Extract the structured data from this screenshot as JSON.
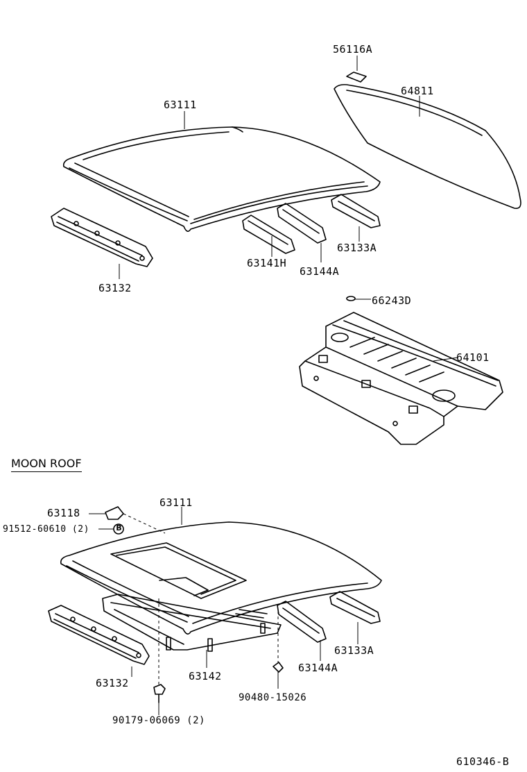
{
  "section_title": "MOON ROOF",
  "diagram_id": "610346-B",
  "labels": {
    "p56116A": "56116A",
    "p64811": "64811",
    "p63111_top": "63111",
    "p63132_top": "63132",
    "p63141H": "63141H",
    "p63144A_top": "63144A",
    "p63133A_top": "63133A",
    "p66243D": "66243D",
    "p64101": "64101",
    "p63118": "63118",
    "p91512": "91512-60610 (2)",
    "p63111_bot": "63111",
    "p63132_bot": "63132",
    "p63142": "63142",
    "p63144A_bot": "63144A",
    "p63133A_bot": "63133A",
    "p90480": "90480-15026",
    "p90179": "90179-06069 (2)",
    "marker_b": "B"
  }
}
